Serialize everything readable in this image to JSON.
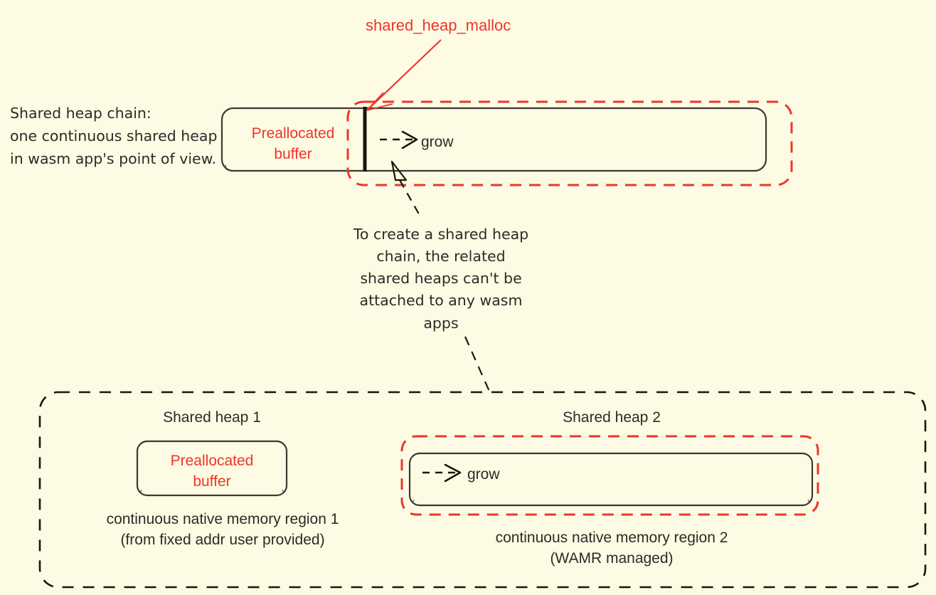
{
  "colors": {
    "background": "#fdfbe3",
    "ink": "#2b2b28",
    "accent_red": "#ee352b"
  },
  "top_section": {
    "left_note": "Shared heap chain:\none continuous shared heap\nin wasm app's point of view.",
    "callout_label": "shared_heap_malloc",
    "preallocated_label": "Preallocated\nbuffer",
    "grow_label": "grow"
  },
  "center_note": "To create a shared heap\nchain, the related\nshared heaps can't be\nattached to any wasm\napps",
  "bottom_section": {
    "heap1": {
      "title": "Shared heap 1",
      "box_label": "Preallocated\nbuffer",
      "caption": "continuous native memory region 1\n(from fixed addr user provided)"
    },
    "heap2": {
      "title": "Shared heap 2",
      "box_label": "grow",
      "caption": "continuous native memory region 2\n(WAMR managed)"
    }
  }
}
